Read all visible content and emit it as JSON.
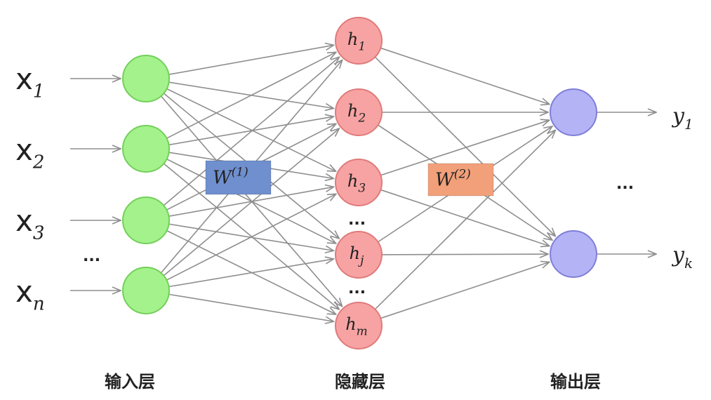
{
  "inputs": [
    {
      "base": "x",
      "sub": "1"
    },
    {
      "base": "x",
      "sub": "2"
    },
    {
      "base": "x",
      "sub": "3"
    },
    {
      "base": "x",
      "sub": "n"
    }
  ],
  "hidden": [
    {
      "base": "h",
      "sub": "1"
    },
    {
      "base": "h",
      "sub": "2"
    },
    {
      "base": "h",
      "sub": "3"
    },
    {
      "base": "h",
      "sub": "j"
    },
    {
      "base": "h",
      "sub": "m"
    }
  ],
  "outputs": [
    {
      "base": "y",
      "sub": "1"
    },
    {
      "base": "y",
      "sub": "k"
    }
  ],
  "weights": [
    {
      "base": "W",
      "sup": "(1)",
      "color": "#6f8fce"
    },
    {
      "base": "W",
      "sup": "(2)",
      "color": "#f2a07a"
    }
  ],
  "ellipsis": "...",
  "layer_labels": {
    "input": "输入层",
    "hidden": "隐藏层",
    "output": "输出层"
  },
  "colors": {
    "input_fill": "#a4f28c",
    "input_stroke": "#73d05a",
    "hidden_fill": "#f7a3a3",
    "hidden_stroke": "#e07a7a",
    "output_fill": "#b4b3f6",
    "output_stroke": "#7f7ed8",
    "edge": "#8e8e8e"
  }
}
